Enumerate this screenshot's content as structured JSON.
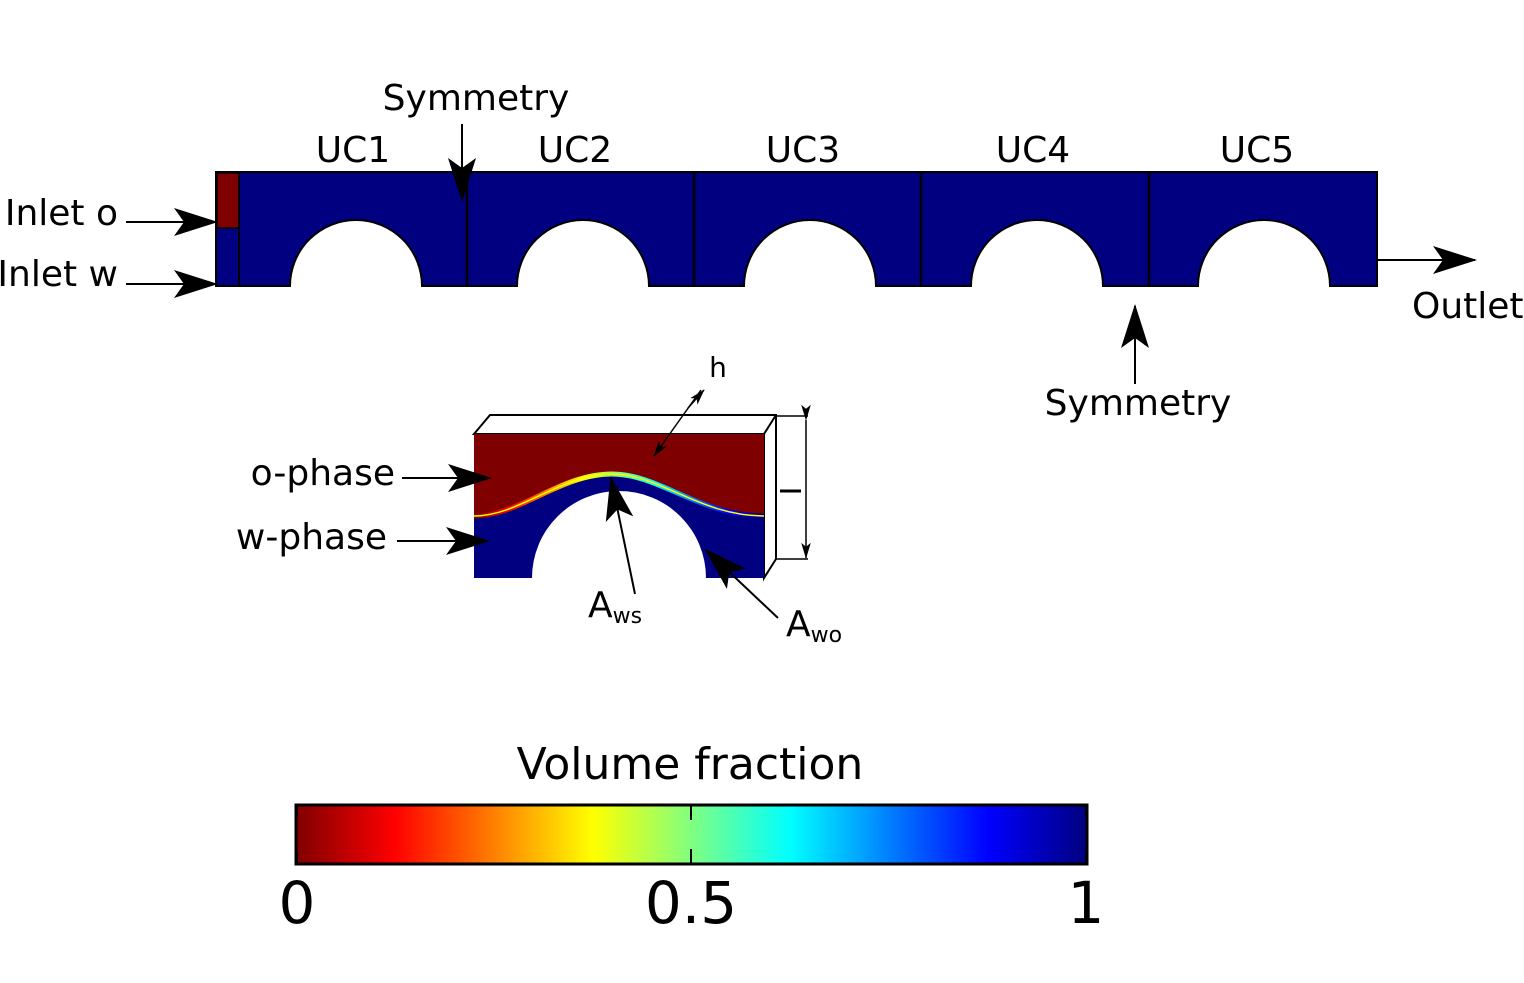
{
  "channel": {
    "unit_cells": [
      "UC1",
      "UC2",
      "UC3",
      "UC4",
      "UC5"
    ],
    "symmetry_top": "Symmetry",
    "symmetry_bottom": "Symmetry",
    "inlet_o": "Inlet o",
    "inlet_w": "Inlet w",
    "outlet": "Outlet"
  },
  "detail": {
    "h_label": "h",
    "o_phase": "o-phase",
    "w_phase": "w-phase",
    "a_ws": {
      "base": "A",
      "sub": "ws"
    },
    "a_wo": {
      "base": "A",
      "sub": "wo"
    }
  },
  "colorbar": {
    "title": "Volume fraction",
    "ticks": [
      "0",
      "0.5",
      "1"
    ],
    "colormap": "jet (reversed)"
  },
  "colors": {
    "water_phase": "#000080",
    "oil_phase": "#7f0000",
    "outline": "#000000"
  }
}
